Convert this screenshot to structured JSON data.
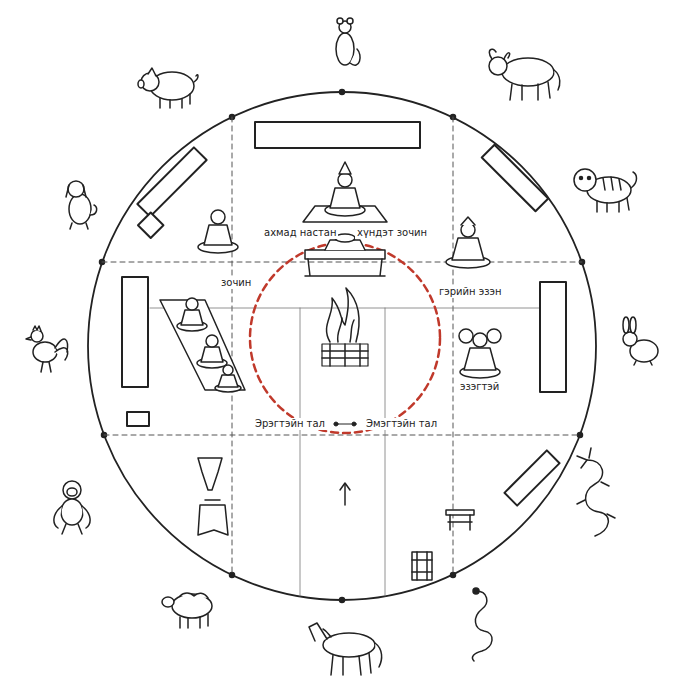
{
  "diagram": {
    "labels": [
      "ахмад настан",
      "хүндэт зочин",
      "гэрийн эзэн",
      "зочин",
      "эзэгтэй",
      "Эрэгтэйн тал",
      "Эмэгтэйн тал"
    ]
  }
}
